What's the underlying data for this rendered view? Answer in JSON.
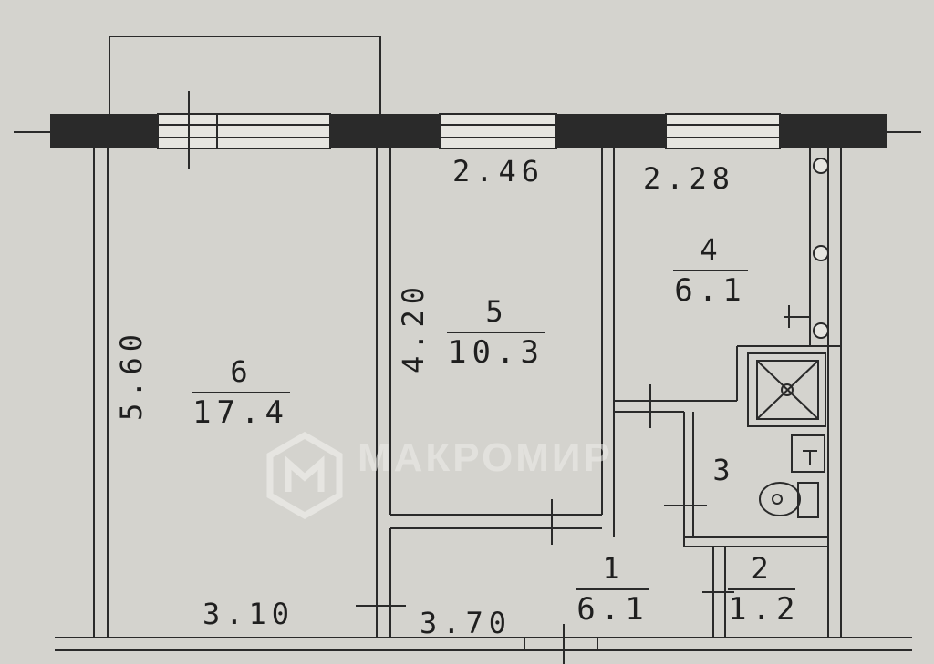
{
  "rooms": [
    {
      "number": "6",
      "area": "17.4"
    },
    {
      "number": "5",
      "area": "10.3"
    },
    {
      "number": "4",
      "area": "6.1"
    },
    {
      "number": "3",
      "area": ""
    },
    {
      "number": "1",
      "area": "6.1"
    },
    {
      "number": "2",
      "area": "1.2"
    }
  ],
  "dimensions": {
    "room6_depth": "5.60",
    "room5_depth": "4.20",
    "room5_width": "2.46",
    "room4_width": "2.28",
    "bottom_left": "3.10",
    "bottom_right": "3.70"
  },
  "watermark": {
    "text": "МАКРОМИР"
  },
  "colors": {
    "wall": "#2a2a2a",
    "background": "#d4d3ce",
    "watermark": "#eeeeea"
  }
}
